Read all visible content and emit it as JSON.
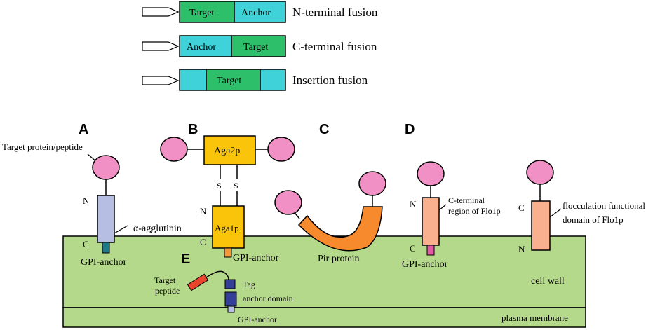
{
  "colors": {
    "target_green": "#2dbf6a",
    "anchor_cyan": "#3fd2d8",
    "cell_wall": "#b5d98a",
    "membrane": "#b5d98a",
    "pink_protein": "#f190c4",
    "alpha_agglutinin": "#b6bfe3",
    "aga_yellow": "#f9c40a",
    "pir_orange": "#f78a2c",
    "flo_salmon": "#f8b08f",
    "gpi_teal": "#1c7a8a",
    "gpi_pink": "#e25aa6",
    "gpi_orange": "#f09a3a",
    "tag_navy": "#343f9a",
    "peptide_red": "#e8452c"
  },
  "legend": {
    "rows": [
      {
        "left": "Target",
        "right": "Anchor",
        "caption": "N-terminal fusion"
      },
      {
        "left": "Anchor",
        "right": "Target",
        "caption": "C-terminal fusion"
      },
      {
        "middle": "Target",
        "caption": "Insertion fusion"
      }
    ]
  },
  "panels": {
    "A": {
      "letter": "A",
      "target_label": "Target protein/peptide",
      "n_label": "N",
      "c_label": "C",
      "anchor_label": "α-agglutinin",
      "gpi_label": "GPI-anchor"
    },
    "B": {
      "letter": "B",
      "aga2p_label": "Aga2p",
      "s1": "S",
      "s2": "S",
      "n_label": "N",
      "c_label": "C",
      "aga1p_label": "Aga1p",
      "gpi_label": "GPI-anchor"
    },
    "C": {
      "letter": "C",
      "pir_label": "Pir protein"
    },
    "D": {
      "letter": "D",
      "left_n": "N",
      "left_c": "C",
      "cterm_line1": "C-terminal",
      "cterm_line2": "region of Flo1p",
      "gpi_label": "GPI-anchor",
      "right_c": "C",
      "right_n": "N",
      "floc_line1": "flocculation  functional",
      "floc_line2": "domain of Flo1p"
    },
    "E": {
      "letter": "E",
      "peptide_line1": "Target",
      "peptide_line2": "peptide",
      "tag_label": "Tag",
      "anchor_domain_label": "anchor domain",
      "gpi_label": "GPI-anchor"
    }
  },
  "layers": {
    "cell_wall_label": "cell wall",
    "membrane_label": "plasma membrane"
  }
}
